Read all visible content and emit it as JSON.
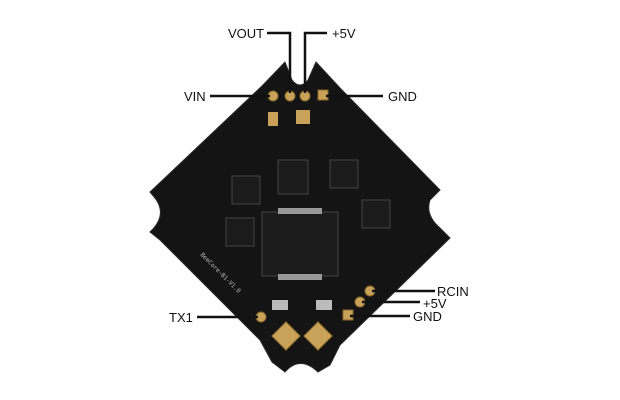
{
  "title": "Flight controller pinout",
  "board_silkscreen": "BeeCore-B1-V1.0",
  "labels": {
    "vout": "VOUT",
    "plus5v_top": "+5V",
    "vin": "VIN",
    "gnd_top": "GND",
    "rcin": "RCIN",
    "plus5v_bottom": "+5V",
    "gnd_bottom": "GND",
    "tx1": "TX1"
  },
  "colors": {
    "board": "#111111",
    "pad": "#c9a25a",
    "line": "#111111"
  }
}
